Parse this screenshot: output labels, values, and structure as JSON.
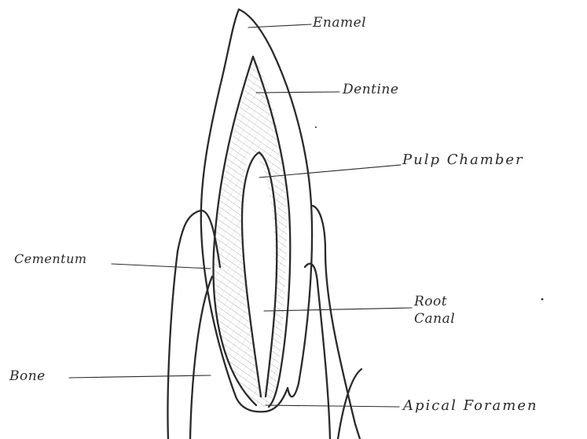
{
  "labels": {
    "enamel": "Enamel",
    "dentine": "Dentine",
    "pulp_chamber": "Pulp Chamber",
    "cementum": "Cementum",
    "root_canal_line1": "Root",
    "root_canal_line2": "Canal",
    "bone": "Bone",
    "apical_foramen": "Apical Foramen"
  },
  "colors": {
    "stroke": "#2a2a2a",
    "shading": "#9a9a9a"
  }
}
